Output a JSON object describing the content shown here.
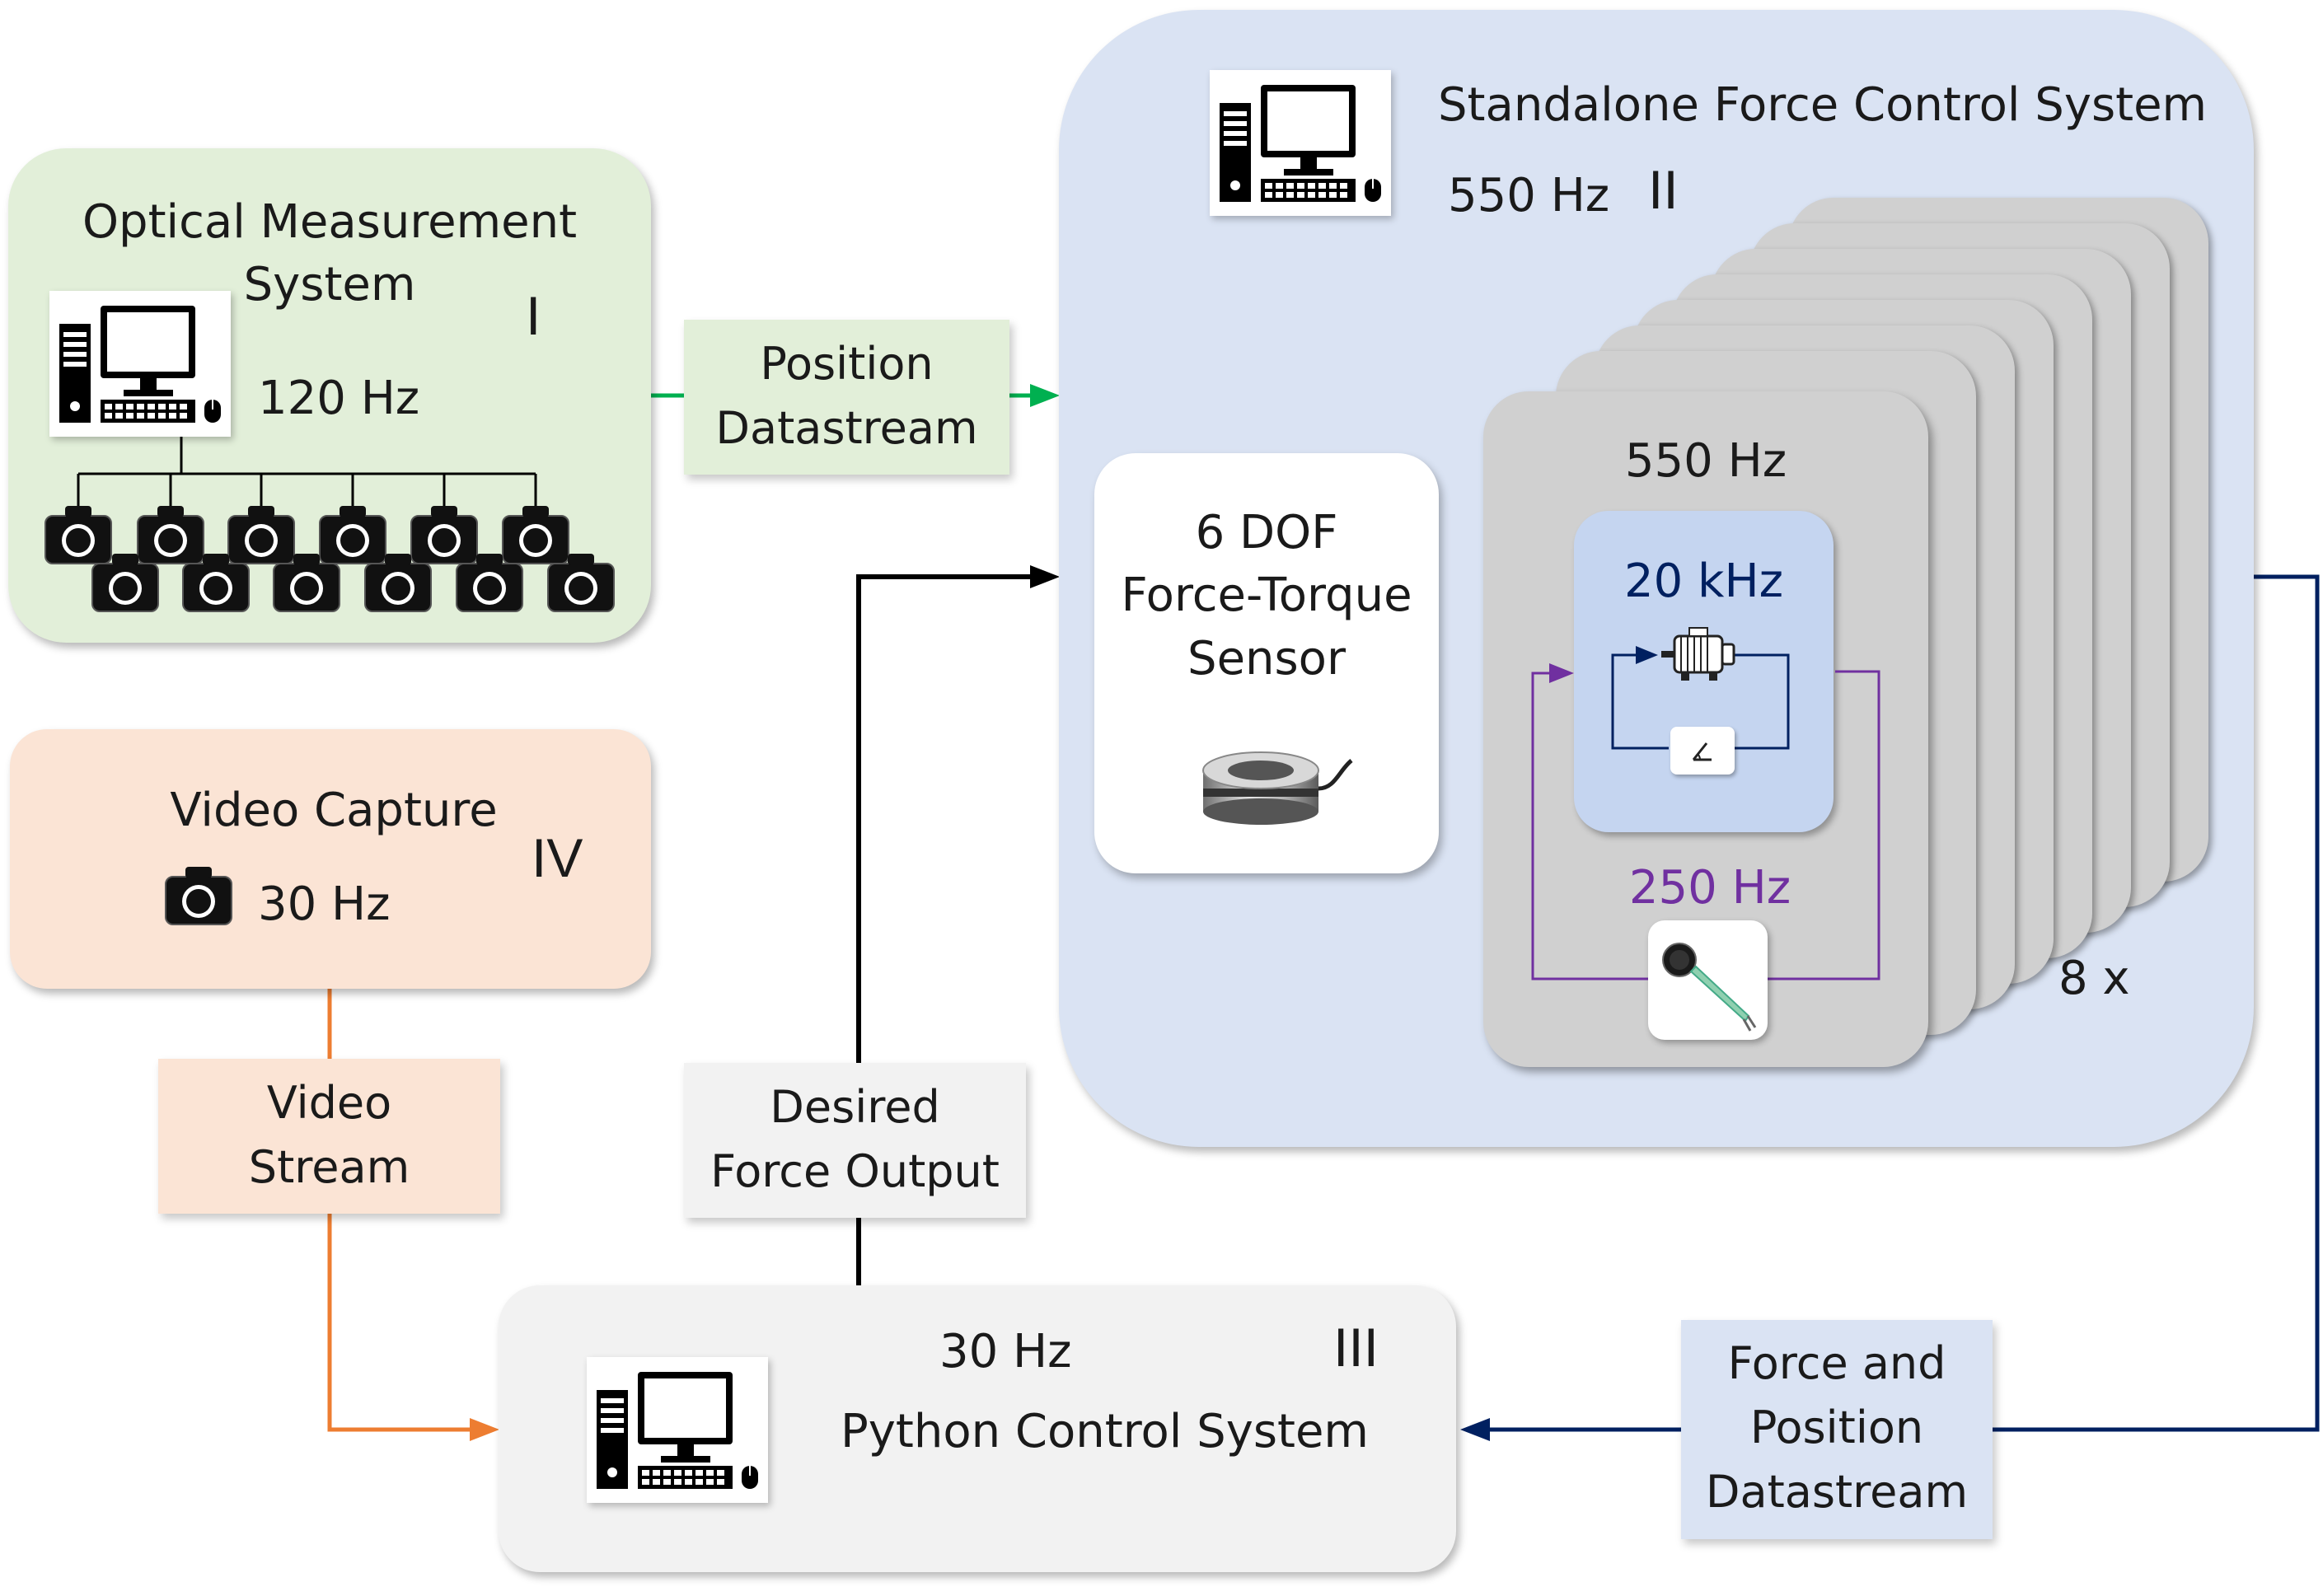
{
  "colors": {
    "optical_bg": "#e2efd9",
    "video_bg": "#fbe4d5",
    "standalone_bg": "#dae3f3",
    "python_bg": "#f2f2f2",
    "module_bg": "#d0d0d0",
    "inner_bg": "#c5d5f0",
    "green_arrow": "#00b050",
    "orange_arrow": "#ed7d31",
    "navy_arrow": "#002060",
    "purple_line": "#7030a0",
    "black_arrow": "#000000"
  },
  "optical": {
    "title_line1": "Optical Measurement",
    "title_line2": "System",
    "freq": "120 Hz",
    "roman": "I",
    "icons": [
      "desktop-computer-icon",
      "camera-icon"
    ]
  },
  "video": {
    "title": "Video Capture",
    "freq": "30 Hz",
    "roman": "IV",
    "icon": "camera-icon"
  },
  "standalone": {
    "title": "Standalone Force Control System",
    "freq": "550 Hz",
    "roman": "II",
    "module_freq": "550 Hz",
    "inner_freq": "20 kHz",
    "outer_loop_freq": "250 Hz",
    "multiplier": "8 x",
    "icons": [
      "desktop-computer-icon",
      "motor-icon",
      "encoder-icon",
      "force-sensor-icon"
    ]
  },
  "ft_sensor": {
    "line1": "6 DOF",
    "line2": "Force-Torque",
    "line3": "Sensor",
    "icon": "force-torque-sensor-icon"
  },
  "python": {
    "freq": "30 Hz",
    "title": "Python Control System",
    "roman": "III",
    "icon": "desktop-computer-icon"
  },
  "streams": {
    "position_line1": "Position",
    "position_line2": "Datastream",
    "video_line1": "Video",
    "video_line2": "Stream",
    "desired_line1": "Desired",
    "desired_line2": "Force Output",
    "forcepos_line1": "Force and",
    "forcepos_line2": "Position",
    "forcepos_line3": "Datastream"
  }
}
